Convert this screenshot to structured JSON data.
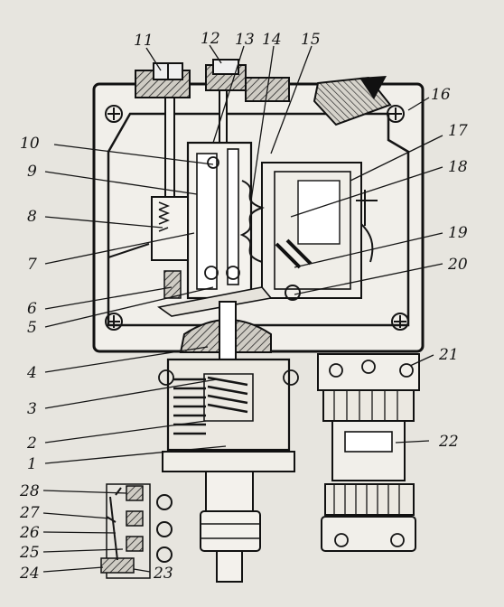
{
  "diagram": {
    "type": "technical cross-section drawing",
    "callouts": [
      "1",
      "2",
      "3",
      "4",
      "5",
      "6",
      "7",
      "8",
      "9",
      "10",
      "11",
      "12",
      "13",
      "14",
      "15",
      "16",
      "17",
      "18",
      "19",
      "20",
      "21",
      "22",
      "23",
      "24",
      "25",
      "26",
      "27",
      "28"
    ]
  }
}
